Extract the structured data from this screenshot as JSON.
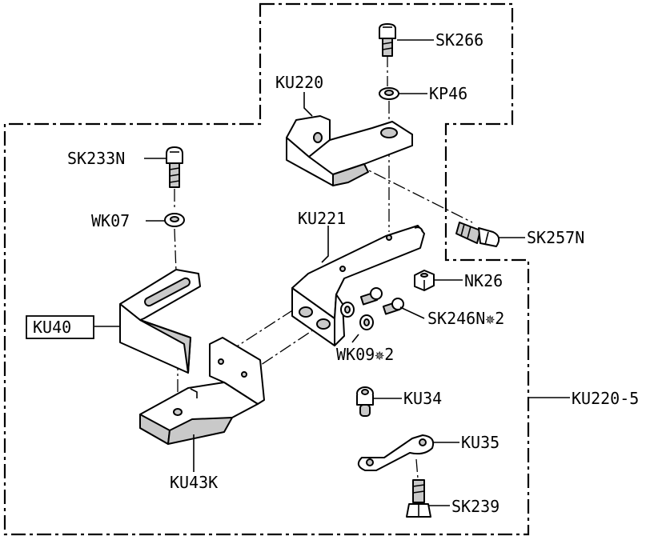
{
  "diagram": {
    "group_label": "KU220-5",
    "parts": {
      "sk266": "SK266",
      "kp46": "KP46",
      "ku220": "KU220",
      "sk233n": "SK233N",
      "wk07": "WK07",
      "ku221": "KU221",
      "sk257n": "SK257N",
      "nk26": "NK26",
      "sk246n": "SK246N✵2",
      "ku40": "KU40",
      "wk09": "WK09✵2",
      "ku34": "KU34",
      "ku43k": "KU43K",
      "ku35": "KU35",
      "sk239": "SK239"
    }
  }
}
